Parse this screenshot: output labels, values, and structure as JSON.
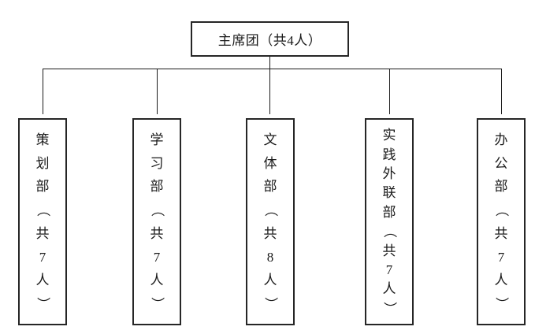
{
  "colors": {
    "background": "#ffffff",
    "line": "#1c1c1c",
    "border": "#262626",
    "text": "#1a1a1a"
  },
  "org_chart": {
    "root": {
      "label": "主席团（共4人）",
      "unit": "主席团",
      "member_count": "共4人"
    },
    "departments": [
      {
        "label": "策划部（共7人）",
        "unit": "策划部",
        "member_count": "共7人"
      },
      {
        "label": "学习部（共7人）",
        "unit": "学习部",
        "member_count": "共7人"
      },
      {
        "label": "文体部（共8人）",
        "unit": "文体部",
        "member_count": "共8人"
      },
      {
        "label": "实践外联部（共7人）",
        "unit": "实践外联部",
        "member_count": "共7人"
      },
      {
        "label": "办公部（共7人）",
        "unit": "办公部",
        "member_count": "共7人"
      }
    ]
  }
}
